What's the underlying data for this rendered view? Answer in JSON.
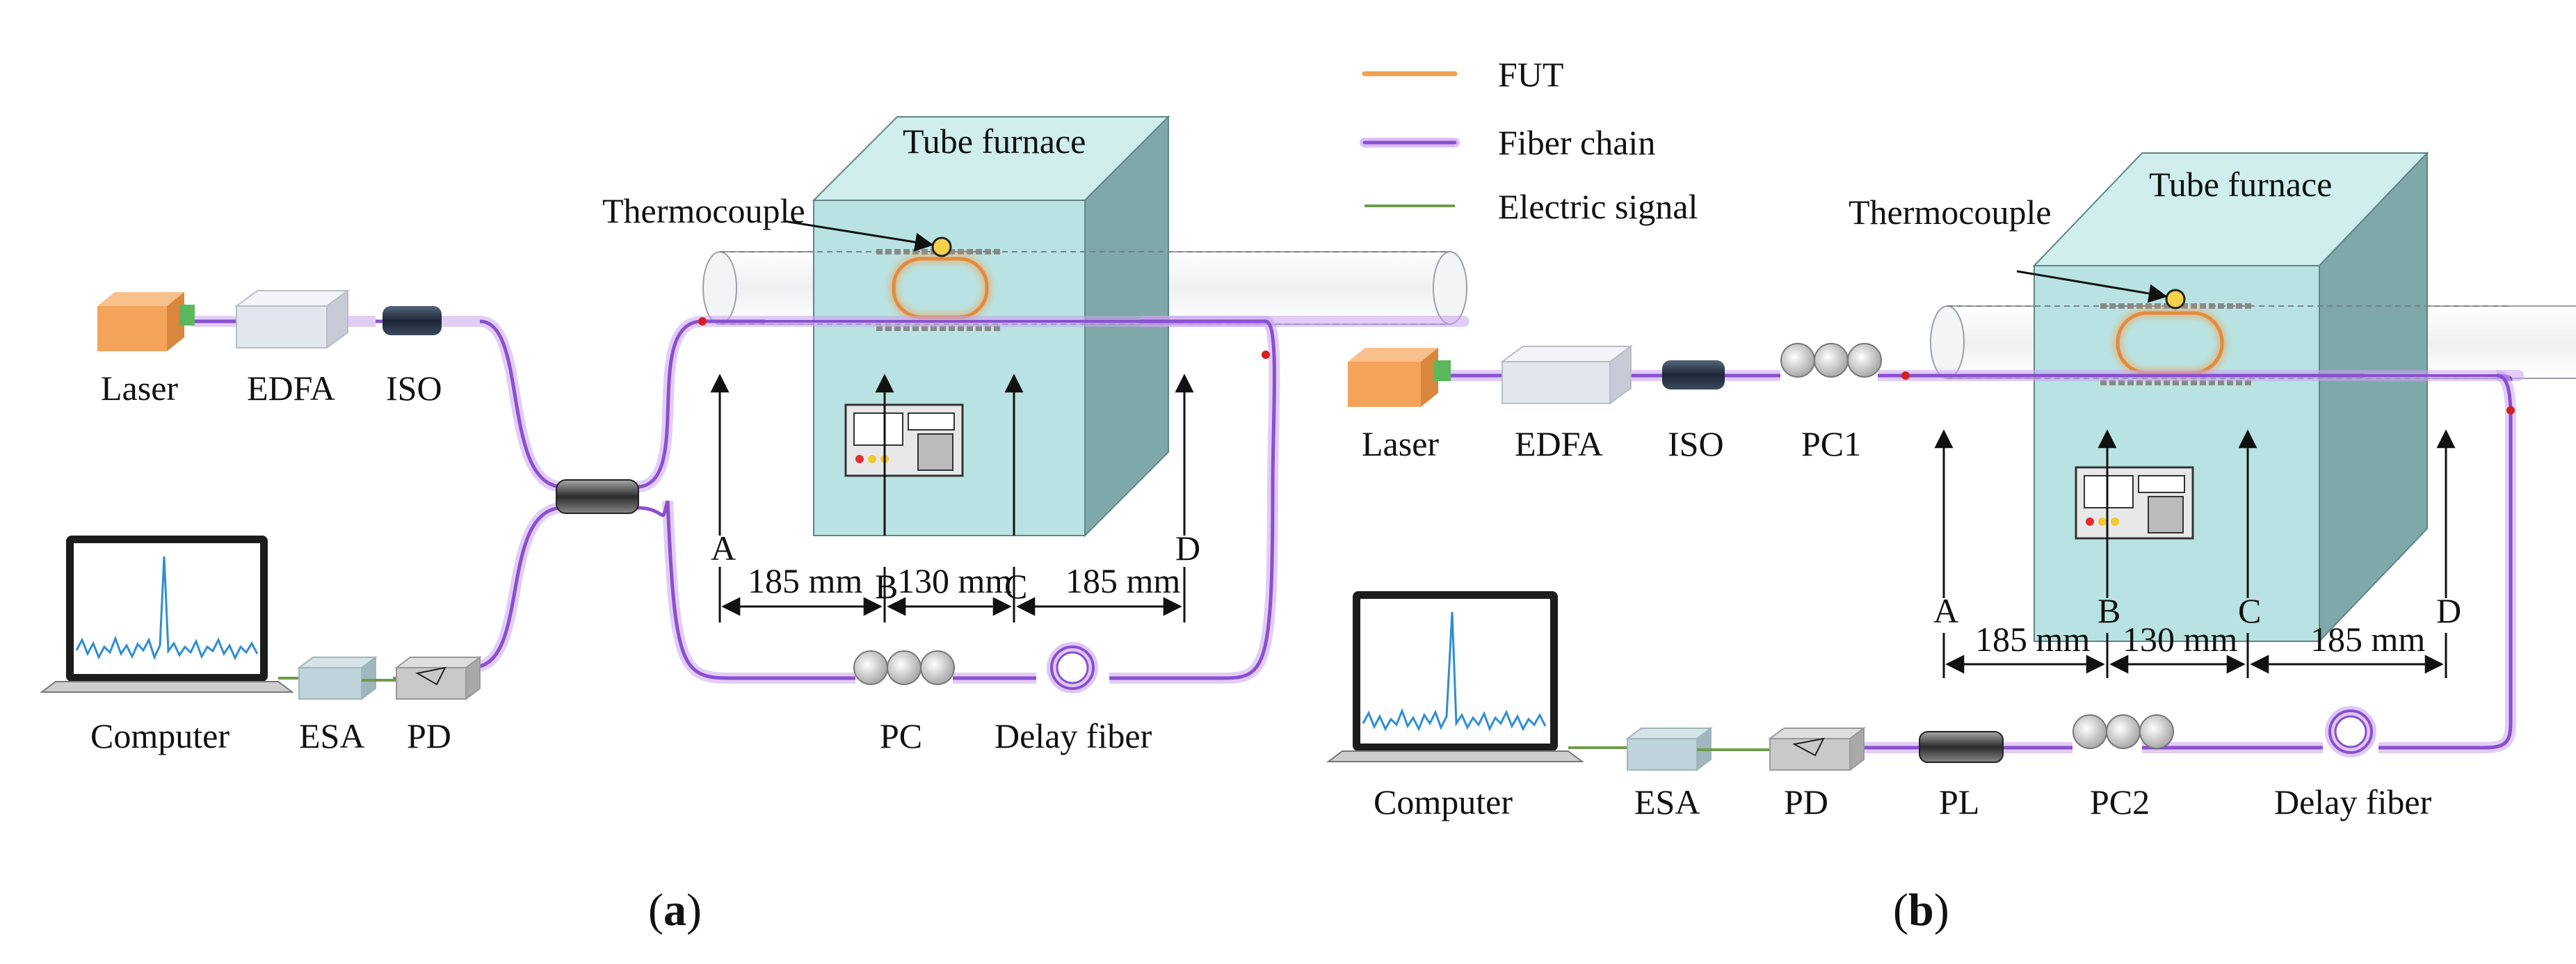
{
  "legend": {
    "fut": "FUT",
    "fiber_chain": "Fiber chain",
    "electric_signal": "Electric signal"
  },
  "colors": {
    "fut": "#f0a050",
    "fiber": "#8a4fd0",
    "fiber_glow": "#c9a4ef",
    "electric": "#6f9c4a",
    "furnace_front": "#b9e3e3",
    "furnace_top": "#cfeeed",
    "furnace_side": "#7fa8a8",
    "laser": "#f4a35b",
    "edfa": "#e2e6ee",
    "esa": "#bfd3da",
    "pd": "#c9c9c9",
    "spectrum": "#2f8ed2",
    "marker": "#d42020"
  },
  "panel_a": {
    "caption_open": "(",
    "caption_letter": "a",
    "caption_close": ")",
    "components": {
      "laser": "Laser",
      "edfa": "EDFA",
      "iso": "ISO",
      "computer": "Computer",
      "esa": "ESA",
      "pd": "PD",
      "pc": "PC",
      "delay_fiber": "Delay fiber",
      "tube_furnace": "Tube furnace",
      "thermocouple": "Thermocouple"
    },
    "points": [
      "A",
      "B",
      "C",
      "D"
    ],
    "distances": [
      "185 mm",
      "130 mm",
      "185 mm"
    ]
  },
  "panel_b": {
    "caption_open": "(",
    "caption_letter": "b",
    "caption_close": ")",
    "components": {
      "laser": "Laser",
      "edfa": "EDFA",
      "iso": "ISO",
      "pc1": "PC1",
      "computer": "Computer",
      "esa": "ESA",
      "pd": "PD",
      "pl": "PL",
      "pc2": "PC2",
      "delay_fiber": "Delay fiber",
      "tube_furnace": "Tube furnace",
      "thermocouple": "Thermocouple"
    },
    "points": [
      "A",
      "B",
      "C",
      "D"
    ],
    "distances": [
      "185 mm",
      "130 mm",
      "185 mm"
    ]
  }
}
